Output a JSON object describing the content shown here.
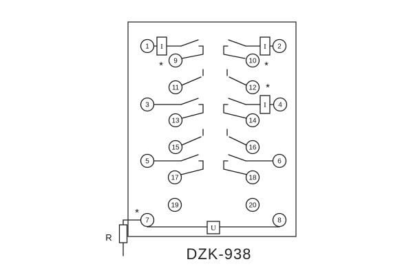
{
  "title": "DZK-938",
  "labels": {
    "resistor": "R",
    "current_coil": "I",
    "voltage_coil": "U",
    "polarity_mark": "*"
  },
  "terminals": {
    "t1": "1",
    "t2": "2",
    "t3": "3",
    "t4": "4",
    "t5": "5",
    "t6": "6",
    "t7": "7",
    "t8": "8",
    "t9": "9",
    "t10": "10",
    "t11": "11",
    "t12": "12",
    "t13": "13",
    "t14": "14",
    "t15": "15",
    "t16": "16",
    "t17": "17",
    "t18": "18",
    "t19": "19",
    "t20": "20"
  }
}
